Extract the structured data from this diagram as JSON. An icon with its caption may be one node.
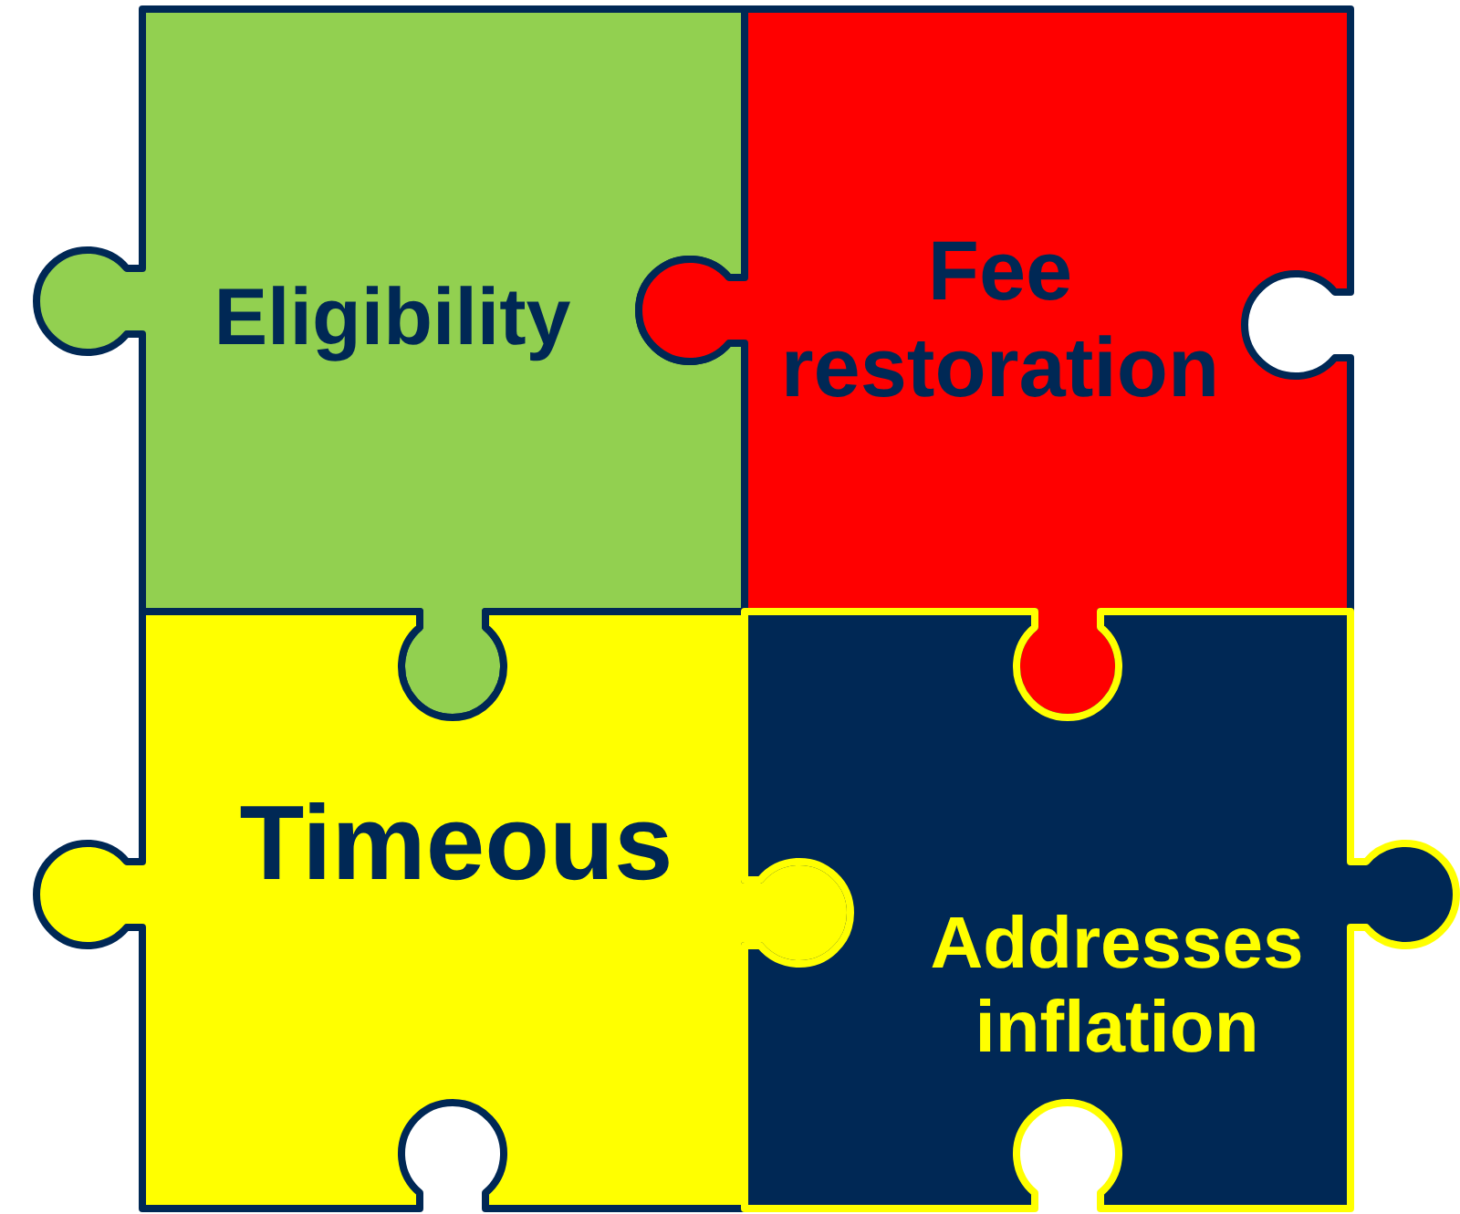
{
  "diagram": {
    "nodes": [
      {
        "text": [
          "Eligibility"
        ]
      },
      {
        "text": [
          "Fee restoration"
        ]
      },
      {
        "text": [
          "Timeous"
        ]
      },
      {
        "text": [
          "Addresses inflation"
        ]
      }
    ]
  }
}
